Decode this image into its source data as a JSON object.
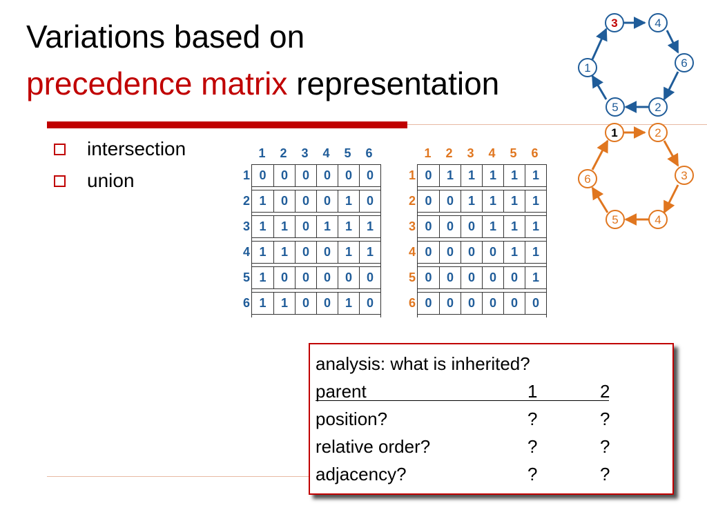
{
  "title": {
    "line1": "Variations based on",
    "accent": "precedence matrix",
    "line2_rest": " representation"
  },
  "bullets": [
    "intersection",
    "union"
  ],
  "matrix1": {
    "col_headers": [
      "1",
      "2",
      "3",
      "4",
      "5",
      "6"
    ],
    "row_headers": [
      "1",
      "2",
      "3",
      "4",
      "5",
      "6"
    ],
    "rows": [
      [
        "0",
        "0",
        "0",
        "0",
        "0",
        "0"
      ],
      [
        "1",
        "0",
        "0",
        "0",
        "1",
        "0"
      ],
      [
        "1",
        "1",
        "0",
        "1",
        "1",
        "1"
      ],
      [
        "1",
        "1",
        "0",
        "0",
        "1",
        "1"
      ],
      [
        "1",
        "0",
        "0",
        "0",
        "0",
        "0"
      ],
      [
        "1",
        "1",
        "0",
        "0",
        "1",
        "0"
      ]
    ]
  },
  "matrix2": {
    "col_headers": [
      "1",
      "2",
      "3",
      "4",
      "5",
      "6"
    ],
    "row_headers": [
      "1",
      "2",
      "3",
      "4",
      "5",
      "6"
    ],
    "rows": [
      [
        "0",
        "1",
        "1",
        "1",
        "1",
        "1"
      ],
      [
        "0",
        "0",
        "1",
        "1",
        "1",
        "1"
      ],
      [
        "0",
        "0",
        "0",
        "1",
        "1",
        "1"
      ],
      [
        "0",
        "0",
        "0",
        "0",
        "1",
        "1"
      ],
      [
        "0",
        "0",
        "0",
        "0",
        "0",
        "1"
      ],
      [
        "0",
        "0",
        "0",
        "0",
        "0",
        "0"
      ]
    ]
  },
  "graph_blue": {
    "nodes": [
      "3",
      "4",
      "6",
      "2",
      "5",
      "1"
    ],
    "highlight": "3"
  },
  "graph_orange": {
    "nodes": [
      "1",
      "2",
      "3",
      "4",
      "5",
      "6"
    ],
    "highlight": "1"
  },
  "analysis": {
    "header": "analysis: what is inherited?",
    "rows": [
      {
        "label": "parent",
        "c1": "1",
        "c2": "2"
      },
      {
        "label": "position?",
        "c1": "?",
        "c2": "?"
      },
      {
        "label": "relative order?",
        "c1": "?",
        "c2": "?"
      },
      {
        "label": "adjacency?",
        "c1": "?",
        "c2": "?"
      }
    ]
  },
  "colors": {
    "accent": "#c00000",
    "blue": "#1f5c99",
    "orange": "#e0761f"
  }
}
